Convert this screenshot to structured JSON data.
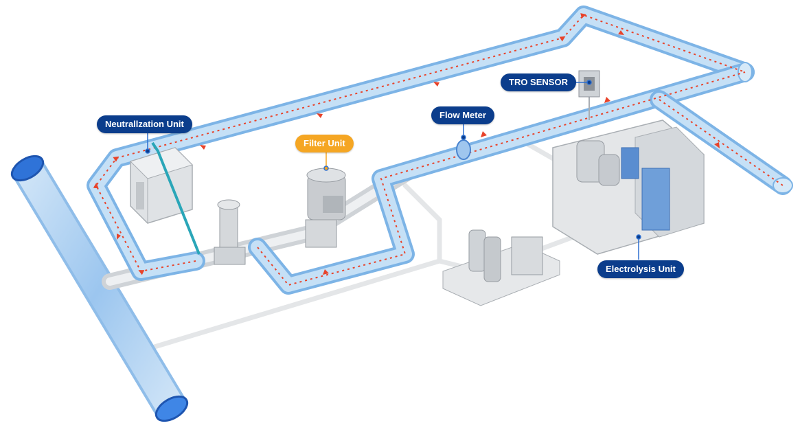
{
  "colors": {
    "pipe_fill": "#bcd9f2",
    "pipe_edge": "#6fa6dc",
    "flow_arrow": "#e8432a",
    "equipment": "#d7dadd",
    "equipment_dark": "#a9aeb3",
    "label_blue": "#0b3d8c",
    "label_orange": "#f5a623",
    "leader_line": "#2d6fd0"
  },
  "labels": {
    "neutralization": "Neutrallzation Unit",
    "filter": "Filter Unit",
    "flow_meter": "Flow Meter",
    "tro_sensor": "TRO SENSOR",
    "electrolysis": "Electrolysis Unit"
  },
  "icons": [
    "flow-arrow-icon",
    "tro-sensor-icon"
  ]
}
